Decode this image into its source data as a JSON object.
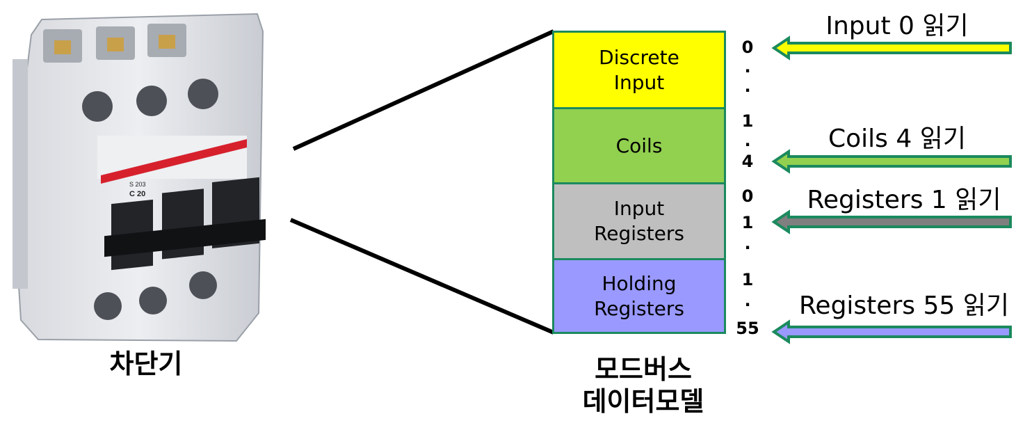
{
  "breaker": {
    "caption": "차단기",
    "label_model": "S 203",
    "label_rating": "C 20"
  },
  "model": {
    "caption_line1": "모드버스",
    "caption_line2": "데이터모델",
    "border_color": "#1b8a5e",
    "blocks": [
      {
        "label_line1": "Discrete",
        "label_line2": "Input",
        "color": "#ffff00"
      },
      {
        "label_line1": "Coils",
        "label_line2": "",
        "color": "#92d050"
      },
      {
        "label_line1": "Input",
        "label_line2": "Registers",
        "color": "#bfbfbf"
      },
      {
        "label_line1": "Holding",
        "label_line2": "Registers",
        "color": "#9999ff"
      }
    ]
  },
  "addresses": [
    {
      "start": "0",
      "dot1": ".",
      "dot2": "."
    },
    {
      "start": "1",
      "dot": ".",
      "end": "4"
    },
    {
      "start": "0",
      "mid": "1",
      "dot": "."
    },
    {
      "start": "1",
      "dot": ".",
      "end": "55"
    }
  ],
  "commands": [
    {
      "label": "Input 0 읽기",
      "arrow_color": "#ffff00"
    },
    {
      "label": "Coils 4 읽기",
      "arrow_color": "#92d050"
    },
    {
      "label": "Registers 1 읽기",
      "arrow_color": "#7f7f7f"
    },
    {
      "label": "Registers 55 읽기",
      "arrow_color": "#9999ff"
    }
  ],
  "arrow_outline_color": "#1b8a5e"
}
